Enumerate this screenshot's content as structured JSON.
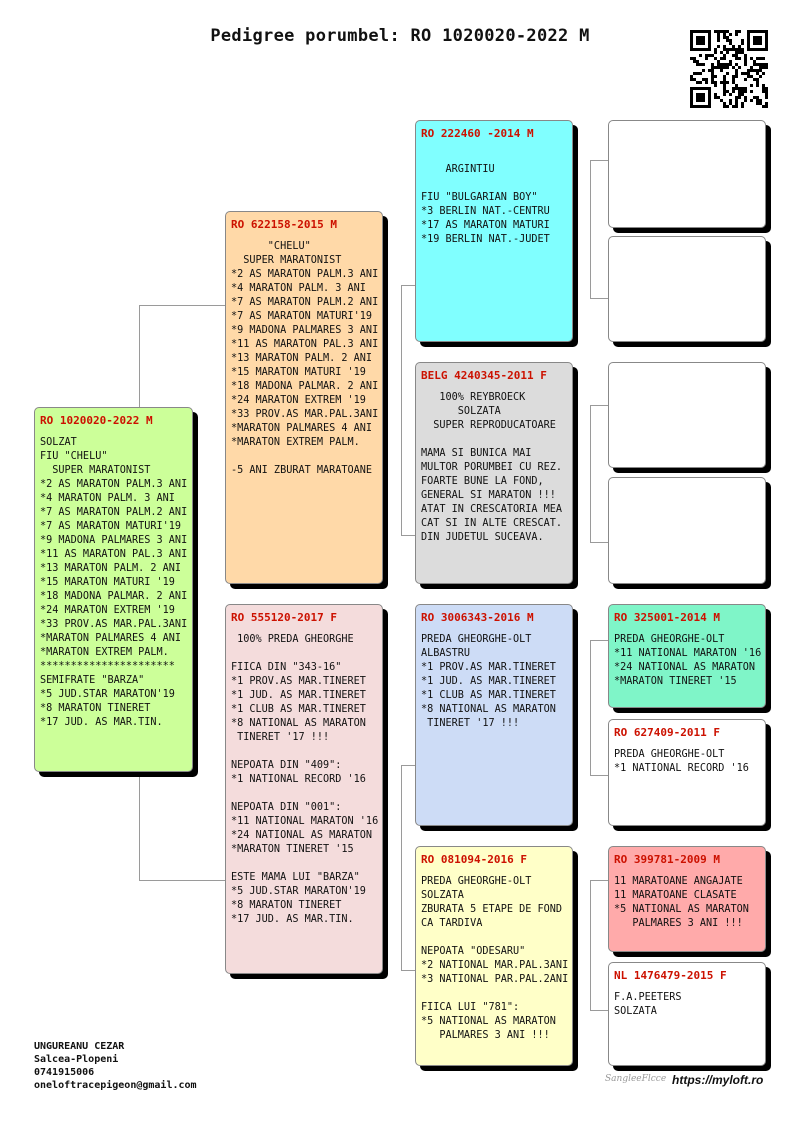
{
  "title": "Pedigree porumbel: RO 1020020-2022 M",
  "subject": {
    "ring": "RO 1020020-2022 M",
    "lines": [
      "SOLZAT",
      "FIU \"CHELU\"",
      "  SUPER MARATONIST",
      "*2 AS MARATON PALM.3 ANI",
      "*4 MARATON PALM. 3 ANI",
      "*7 AS MARATON PALM.2 ANI",
      "*7 AS MARATON MATURI'19",
      "*9 MADONA PALMARES 3 ANI",
      "*11 AS MARATON PAL.3 ANI",
      "*13 MARATON PALM. 2 ANI",
      "*15 MARATON MATURI '19",
      "*18 MADONA PALMAR. 2 ANI",
      "*24 MARATON EXTREM '19",
      "*33 PROV.AS MAR.PAL.3ANI",
      "*MARATON PALMARES 4 ANI",
      "*MARATON EXTREM PALM.",
      "**********************",
      "SEMIFRATE \"BARZA\"",
      "*5 JUD.STAR MARATON'19",
      "*8 MARATON TINERET",
      "*17 JUD. AS MAR.TIN."
    ]
  },
  "sire": {
    "ring": "RO 622158-2015 M",
    "lines": [
      "      \"CHELU\"",
      "  SUPER MARATONIST",
      "*2 AS MARATON PALM.3 ANI",
      "*4 MARATON PALM. 3 ANI",
      "*7 AS MARATON PALM.2 ANI",
      "*7 AS MARATON MATURI'19",
      "*9 MADONA PALMARES 3 ANI",
      "*11 AS MARATON PAL.3 ANI",
      "*13 MARATON PALM. 2 ANI",
      "*15 MARATON MATURI '19",
      "*18 MADONA PALMAR. 2 ANI",
      "*24 MARATON EXTREM '19",
      "*33 PROV.AS MAR.PAL.3ANI",
      "*MARATON PALMARES 4 ANI",
      "*MARATON EXTREM PALM.",
      "",
      "-5 ANI ZBURAT MARATOANE"
    ]
  },
  "dam": {
    "ring": "RO 555120-2017 F",
    "lines": [
      " 100% PREDA GHEORGHE",
      "",
      "FIICA DIN \"343-16\"",
      "*1 PROV.AS MAR.TINERET",
      "*1 JUD. AS MAR.TINERET",
      "*1 CLUB AS MAR.TINERET",
      "*8 NATIONAL AS MARATON",
      " TINERET '17 !!!",
      "",
      "NEPOATA DIN \"409\":",
      "*1 NATIONAL RECORD '16",
      "",
      "NEPOATA DIN \"001\":",
      "*11 NATIONAL MARATON '16",
      "*24 NATIONAL AS MARATON",
      "*MARATON TINERET '15",
      "",
      "ESTE MAMA LUI \"BARZA\"",
      "*5 JUD.STAR MARATON'19",
      "*8 MARATON TINERET",
      "*17 JUD. AS MAR.TIN."
    ]
  },
  "ss": {
    "ring": "RO 222460 -2014 M",
    "lines": [
      "",
      "    ARGINTIU",
      "",
      "FIU \"BULGARIAN BOY\"",
      "*3 BERLIN NAT.-CENTRU",
      "*17 AS MARATON MATURI",
      "*19 BERLIN NAT.-JUDET"
    ]
  },
  "sd": {
    "ring": "BELG 4240345-2011 F",
    "lines": [
      "   100% REYBROECK",
      "      SOLZATA",
      "  SUPER REPRODUCATOARE",
      "",
      "MAMA SI BUNICA MAI",
      "MULTOR PORUMBEI CU REZ.",
      "FOARTE BUNE LA FOND,",
      "GENERAL SI MARATON !!!",
      "ATAT IN CRESCATORIA MEA",
      "CAT SI IN ALTE CRESCAT.",
      "DIN JUDETUL SUCEAVA."
    ]
  },
  "ds": {
    "ring": "RO 3006343-2016 M",
    "lines": [
      "PREDA GHEORGHE-OLT",
      "ALBASTRU",
      "*1 PROV.AS MAR.TINERET",
      "*1 JUD. AS MAR.TINERET",
      "*1 CLUB AS MAR.TINERET",
      "*8 NATIONAL AS MARATON",
      " TINERET '17 !!!"
    ]
  },
  "dd": {
    "ring": "RO 081094-2016 F",
    "lines": [
      "PREDA GHEORGHE-OLT",
      "SOLZATA",
      "ZBURATA 5 ETAPE DE FOND",
      "CA TARDIVA",
      "",
      "NEPOATA \"ODESARU\"",
      "*2 NATIONAL MAR.PAL.3ANI",
      "*3 NATIONAL PAR.PAL.2ANI",
      "",
      "FIICA LUI \"781\":",
      "*5 NATIONAL AS MARATON",
      "   PALMARES 3 ANI !!!"
    ]
  },
  "dss": {
    "ring": "RO 325001-2014 M",
    "lines": [
      "PREDA GHEORGHE-OLT",
      "*11 NATIONAL MARATON '16",
      "*24 NATIONAL AS MARATON",
      "*MARATON TINERET '15"
    ]
  },
  "dsd": {
    "ring": "RO 627409-2011 F",
    "lines": [
      "PREDA GHEORGHE-OLT",
      "*1 NATIONAL RECORD '16"
    ]
  },
  "dds": {
    "ring": "RO 399781-2009 M",
    "lines": [
      "11 MARATOANE ANGAJATE",
      "11 MARATOANE CLASATE",
      "*5 NATIONAL AS MARATON",
      "   PALMARES 3 ANI !!!"
    ]
  },
  "ddd": {
    "ring": "NL 1476479-2015 F",
    "lines": [
      "F.A.PEETERS",
      "SOLZATA"
    ]
  },
  "owner": {
    "name": "UNGUREANU CEZAR",
    "place": "Salcea-Plopeni",
    "phone": "0741915006",
    "email": "oneloftracepigeon@gmail.com"
  },
  "signature": "SangleeFlcce",
  "website": "https://myloft.ro",
  "colors": {
    "subject": "#ccff99",
    "sire": "#ffd9a8",
    "dam": "#f4dcdc",
    "ss": "#80ffff",
    "sd": "#dcdcdc",
    "ds": "#cddcf6",
    "dd": "#ffffc8",
    "dss": "#7ff5c8",
    "dsd": "#ffffff",
    "dds": "#ffaaaa",
    "ddd": "#ffffff",
    "empty": "#ffffff",
    "ring_text": "#cc1100"
  }
}
